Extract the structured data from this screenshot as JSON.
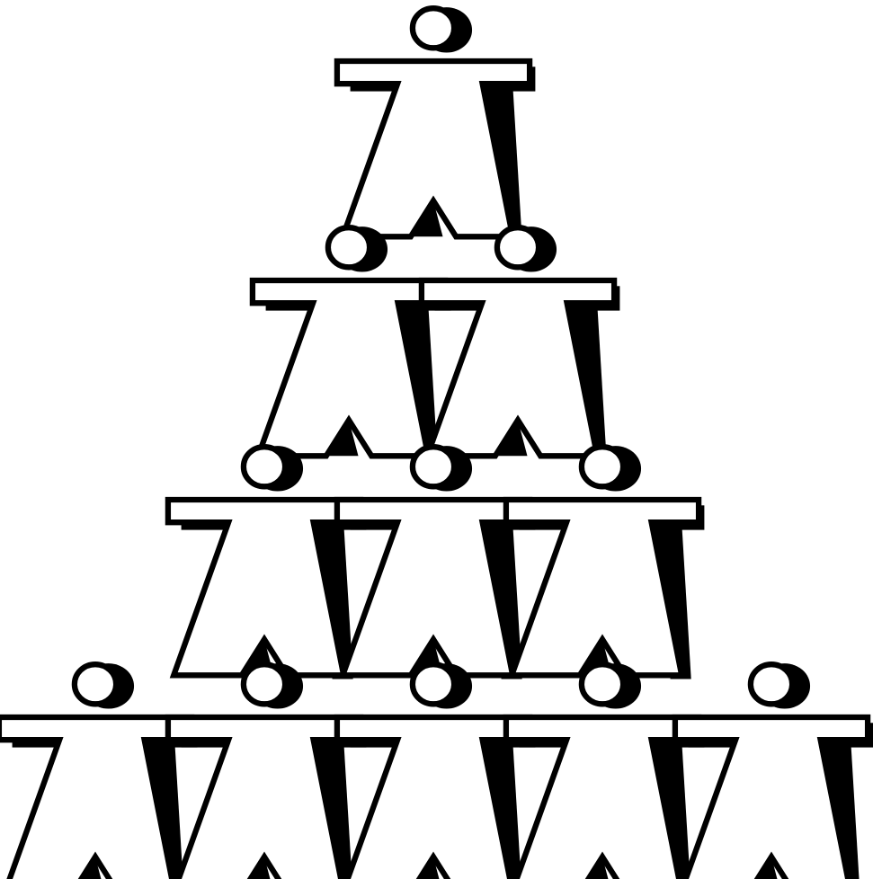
{
  "illustration": {
    "subject": "human-pyramid-icon",
    "rows": [
      {
        "count": 1
      },
      {
        "count": 2
      },
      {
        "count": 3
      },
      {
        "count": 5
      }
    ],
    "colors": {
      "ink": "#000000",
      "paper": "#ffffff"
    }
  }
}
